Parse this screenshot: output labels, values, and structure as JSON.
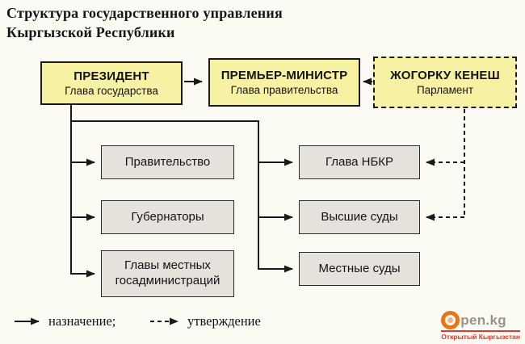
{
  "title": {
    "line1": "Структура государственного управления",
    "line2": "Кыргызской Республики"
  },
  "boxes": {
    "president": {
      "title": "ПРЕЗИДЕНТ",
      "subtitle": "Глава государства"
    },
    "premier": {
      "title": "ПРЕМЬЕР-МИНИСТР",
      "subtitle": "Глава правительства"
    },
    "parliament": {
      "title": "ЖОГОРКУ КЕНЕШ",
      "subtitle": "Парламент"
    }
  },
  "left_column": [
    "Правительство",
    "Губернаторы",
    "Главы местных госадминистраций"
  ],
  "right_column": [
    "Глава НБКР",
    "Высшие суды",
    "Местные суды"
  ],
  "legend": {
    "solid_label": "назначение;",
    "dashed_label": "утверждение"
  },
  "watermark": {
    "logo_text": "pen.kg",
    "tagline": "Открытый Кыргызстан"
  },
  "colors": {
    "box_yellow": "#f7f1a3",
    "box_gray": "#e4e2db",
    "line": "#1a1a1a",
    "logo_orange": "#e87511",
    "tagline_red": "#e03a2f"
  }
}
